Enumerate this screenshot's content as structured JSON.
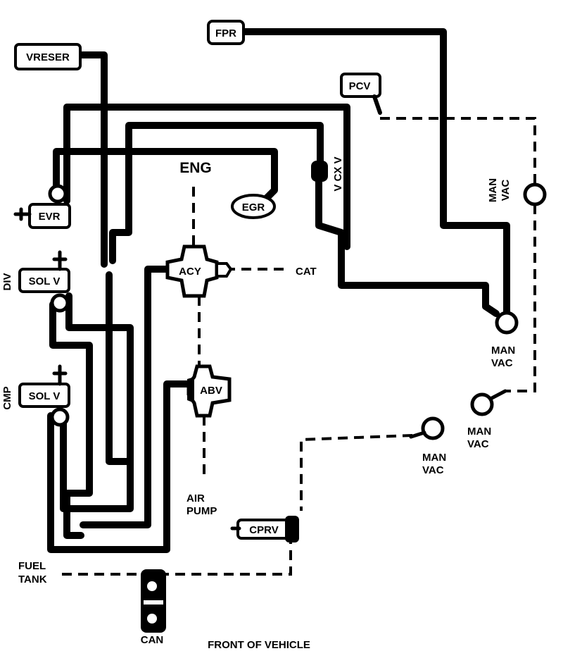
{
  "labels": {
    "fpr": "FPR",
    "vreser": "VRESER",
    "pcv": "PCV",
    "eng": "ENG",
    "egr": "EGR",
    "vcxv": "V CX V",
    "evr": "EVR",
    "sol_v_div": "SOL V",
    "div": "DIV",
    "sol_v_cmp": "SOL V",
    "cmp": "CMP",
    "acy": "ACY",
    "cat": "CAT",
    "abv": "ABV",
    "air_pump_1": "AIR",
    "air_pump_2": "PUMP",
    "cprv": "CPRV",
    "fuel_tank_1": "FUEL",
    "fuel_tank_2": "TANK",
    "can": "CAN",
    "front": "FRONT OF VEHICLE",
    "man_vac_1_a": "MAN",
    "man_vac_1_b": "VAC",
    "man_vac_2_a": "MAN",
    "man_vac_2_b": "VAC",
    "man_vac_3_a": "MAN",
    "man_vac_3_b": "VAC",
    "man_vac_4_a": "MAN",
    "man_vac_4_b": "VAC"
  }
}
